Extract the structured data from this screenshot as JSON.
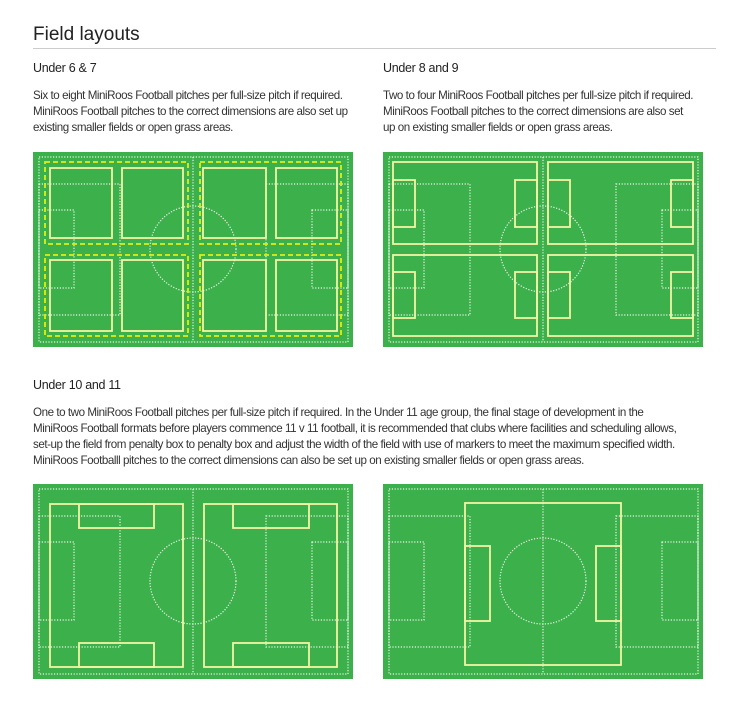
{
  "page_title": "Field layouts",
  "sections": [
    {
      "heading": "Under 6 & 7",
      "lines": [
        "Six to eight MiniRoos Football pitches per full-size pitch if required.",
        "MiniRoos Football pitches to the correct dimensions are also set up",
        "existing smaller fields or open grass areas."
      ]
    },
    {
      "heading": "Under 8 and 9",
      "lines": [
        "Two to four MiniRoos Football pitches per full-size pitch if  required.",
        "MiniRoos Football pitches to the correct dimensions are also set",
        "up on existing smaller fields or open grass areas."
      ]
    },
    {
      "heading": "Under 10 and 11",
      "lines": [
        "One to two MiniRoos Football pitches per full-size pitch if required. In the Under 11 age group, the final stage of development in the",
        "MiniRoos Football formats before players commence 11 v 11 football, it is recommended that clubs where facilities and scheduling allows,",
        "set-up the field from penalty box to penalty box and adjust the width of the field with use of markers to meet the maximum specified width.",
        "MiniRoos Footballl pitches to the correct dimensions can also be set up on existing smaller fields or open grass areas."
      ]
    }
  ],
  "colors": {
    "grass": "#3cb04b",
    "pitch_line": "#f3f5a6",
    "marker_dash": "#e2ee10",
    "full_pitch_dots": "#e6f5e6"
  }
}
